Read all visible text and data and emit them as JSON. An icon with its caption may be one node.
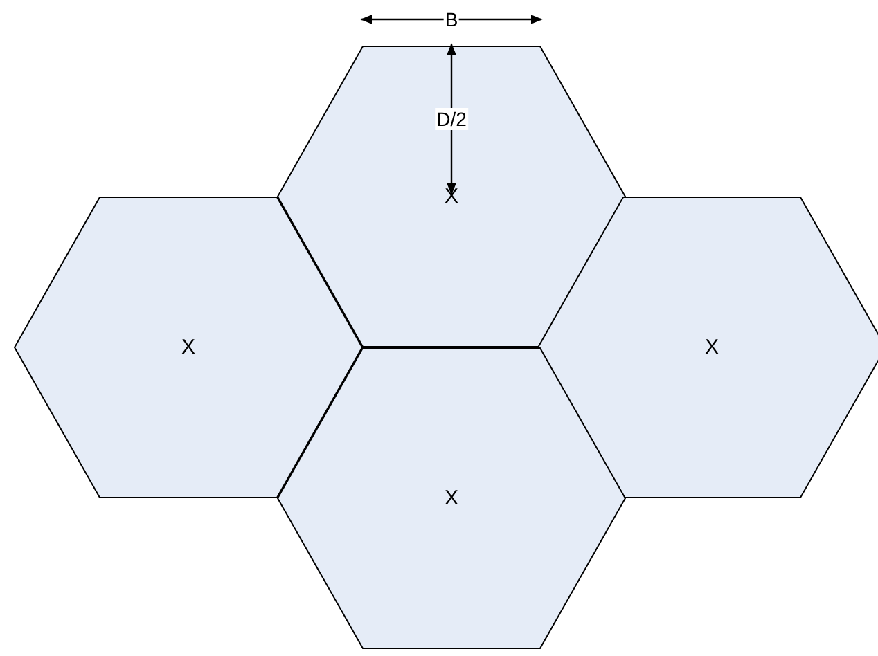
{
  "diagram": {
    "nodes": [
      {
        "text": [
          "X"
        ]
      },
      {
        "text": [
          "X"
        ]
      },
      {
        "text": [
          "X"
        ]
      },
      {
        "text": [
          "X"
        ]
      }
    ],
    "labels": [
      "B",
      "D/2"
    ]
  }
}
